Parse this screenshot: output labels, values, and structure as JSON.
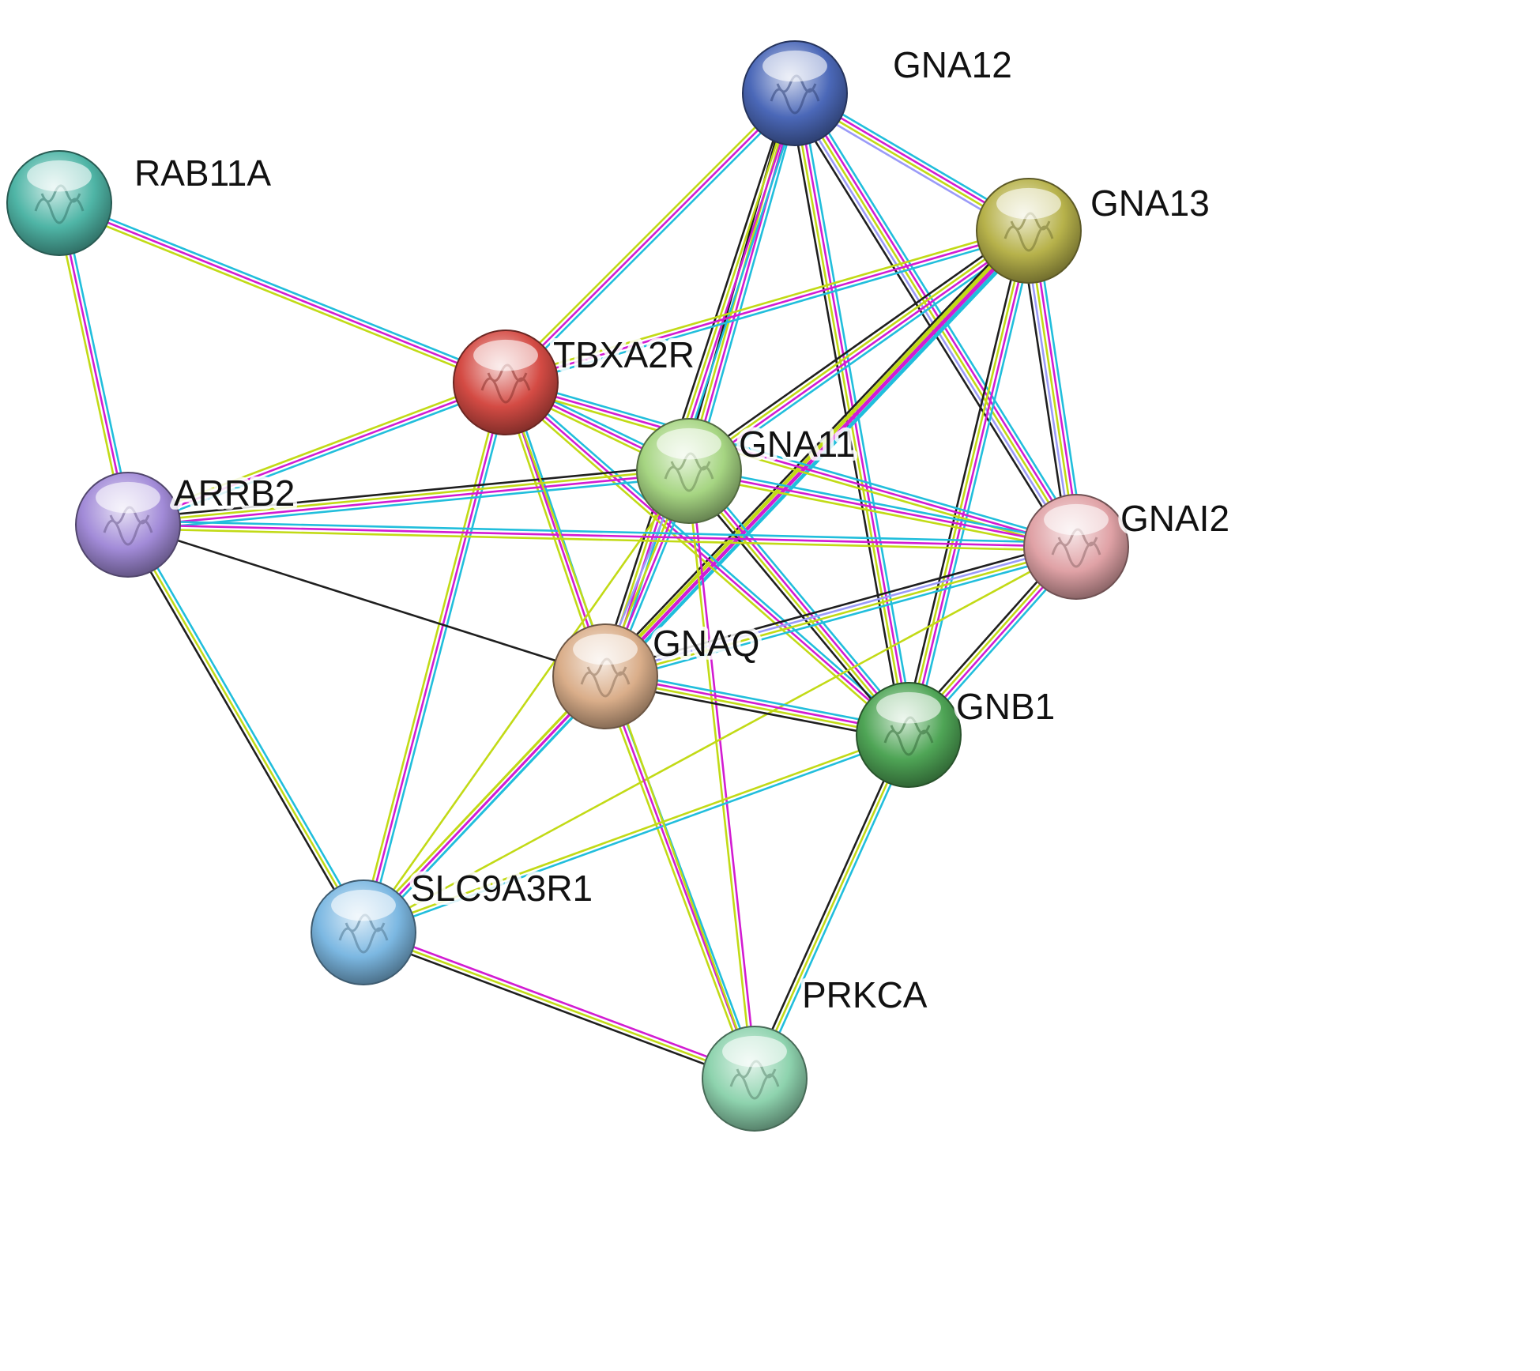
{
  "diagram": {
    "evidence_colors": {
      "database": "#21BEDC",
      "experiment": "#D21CD2",
      "textmining": "#C2DA16",
      "coexpression": "#1F1F1F",
      "homology": "#9A9AF8"
    },
    "nodes": [
      {
        "id": "RAB11A",
        "label": "RAB11A",
        "color": "#4FB5A6"
      },
      {
        "id": "GNA12",
        "label": "GNA12",
        "color": "#4B68B8"
      },
      {
        "id": "GNA13",
        "label": "GNA13",
        "color": "#B7B24B"
      },
      {
        "id": "TBXA2R",
        "label": "TBXA2R",
        "color": "#D44B44"
      },
      {
        "id": "GNA11",
        "label": "GNA11",
        "color": "#A6D582"
      },
      {
        "id": "ARRB2",
        "label": "ARRB2",
        "color": "#A28BD8"
      },
      {
        "id": "GNAI2",
        "label": "GNAI2",
        "color": "#E0A2A6"
      },
      {
        "id": "GNAQ",
        "label": "GNAQ",
        "color": "#DAAE8A"
      },
      {
        "id": "GNB1",
        "label": "GNB1",
        "color": "#4FA556"
      },
      {
        "id": "SLC9A3R1",
        "label": "SLC9A3R1",
        "color": "#7CB8E2"
      },
      {
        "id": "PRKCA",
        "label": "PRKCA",
        "color": "#8ED3AE"
      }
    ],
    "edges": [
      {
        "source": "RAB11A",
        "target": "TBXA2R",
        "evidence": [
          "database",
          "experiment",
          "textmining"
        ]
      },
      {
        "source": "RAB11A",
        "target": "ARRB2",
        "evidence": [
          "database",
          "experiment",
          "textmining"
        ]
      },
      {
        "source": "GNA12",
        "target": "TBXA2R",
        "evidence": [
          "database",
          "experiment",
          "textmining"
        ]
      },
      {
        "source": "GNA12",
        "target": "GNA11",
        "evidence": [
          "database",
          "experiment",
          "textmining",
          "coexpression"
        ]
      },
      {
        "source": "GNA12",
        "target": "GNAQ",
        "evidence": [
          "database",
          "experiment",
          "textmining",
          "coexpression"
        ]
      },
      {
        "source": "GNA12",
        "target": "GNA13",
        "evidence": [
          "database",
          "experiment",
          "textmining",
          "homology"
        ]
      },
      {
        "source": "GNA12",
        "target": "GNAI2",
        "evidence": [
          "database",
          "experiment",
          "textmining",
          "homology",
          "coexpression"
        ]
      },
      {
        "source": "GNA12",
        "target": "GNB1",
        "evidence": [
          "database",
          "experiment",
          "textmining",
          "coexpression"
        ]
      },
      {
        "source": "GNA13",
        "target": "TBXA2R",
        "evidence": [
          "database",
          "experiment",
          "textmining"
        ]
      },
      {
        "source": "GNA13",
        "target": "GNA11",
        "evidence": [
          "database",
          "experiment",
          "textmining",
          "coexpression"
        ]
      },
      {
        "source": "GNA13",
        "target": "GNAQ",
        "evidence": [
          "database",
          "experiment",
          "textmining",
          "coexpression"
        ]
      },
      {
        "source": "GNA13",
        "target": "GNAI2",
        "evidence": [
          "database",
          "experiment",
          "textmining",
          "homology",
          "coexpression"
        ]
      },
      {
        "source": "GNA13",
        "target": "GNB1",
        "evidence": [
          "database",
          "experiment",
          "textmining",
          "coexpression"
        ]
      },
      {
        "source": "GNA13",
        "target": "SLC9A3R1",
        "evidence": [
          "database",
          "experiment",
          "textmining"
        ]
      },
      {
        "source": "TBXA2R",
        "target": "ARRB2",
        "evidence": [
          "database",
          "experiment",
          "textmining"
        ]
      },
      {
        "source": "TBXA2R",
        "target": "GNA11",
        "evidence": [
          "database",
          "experiment",
          "textmining"
        ]
      },
      {
        "source": "TBXA2R",
        "target": "GNAQ",
        "evidence": [
          "database",
          "experiment",
          "textmining"
        ]
      },
      {
        "source": "TBXA2R",
        "target": "GNAI2",
        "evidence": [
          "database",
          "experiment",
          "textmining"
        ]
      },
      {
        "source": "TBXA2R",
        "target": "GNB1",
        "evidence": [
          "database",
          "experiment",
          "textmining"
        ]
      },
      {
        "source": "TBXA2R",
        "target": "SLC9A3R1",
        "evidence": [
          "database",
          "experiment",
          "textmining"
        ]
      },
      {
        "source": "GNA11",
        "target": "ARRB2",
        "evidence": [
          "database",
          "experiment",
          "textmining",
          "coexpression"
        ]
      },
      {
        "source": "GNA11",
        "target": "GNAQ",
        "evidence": [
          "database",
          "experiment",
          "textmining",
          "homology"
        ]
      },
      {
        "source": "GNA11",
        "target": "GNAI2",
        "evidence": [
          "database",
          "experiment",
          "textmining"
        ]
      },
      {
        "source": "GNA11",
        "target": "GNB1",
        "evidence": [
          "database",
          "experiment",
          "textmining",
          "coexpression"
        ]
      },
      {
        "source": "GNA11",
        "target": "PRKCA",
        "evidence": [
          "experiment",
          "textmining"
        ]
      },
      {
        "source": "GNA11",
        "target": "SLC9A3R1",
        "evidence": [
          "textmining"
        ]
      },
      {
        "source": "ARRB2",
        "target": "GNAI2",
        "evidence": [
          "database",
          "experiment",
          "textmining"
        ]
      },
      {
        "source": "ARRB2",
        "target": "GNAQ",
        "evidence": [
          "coexpression"
        ]
      },
      {
        "source": "ARRB2",
        "target": "SLC9A3R1",
        "evidence": [
          "database",
          "textmining",
          "coexpression"
        ]
      },
      {
        "source": "GNAI2",
        "target": "GNAQ",
        "evidence": [
          "database",
          "textmining",
          "homology",
          "coexpression"
        ]
      },
      {
        "source": "GNAI2",
        "target": "GNB1",
        "evidence": [
          "database",
          "experiment",
          "textmining",
          "coexpression"
        ]
      },
      {
        "source": "GNAI2",
        "target": "SLC9A3R1",
        "evidence": [
          "textmining"
        ]
      },
      {
        "source": "GNAQ",
        "target": "GNB1",
        "evidence": [
          "database",
          "experiment",
          "textmining",
          "coexpression"
        ]
      },
      {
        "source": "GNAQ",
        "target": "SLC9A3R1",
        "evidence": [
          "database",
          "experiment",
          "textmining"
        ]
      },
      {
        "source": "GNAQ",
        "target": "PRKCA",
        "evidence": [
          "database",
          "experiment",
          "textmining"
        ]
      },
      {
        "source": "GNB1",
        "target": "PRKCA",
        "evidence": [
          "database",
          "textmining",
          "coexpression"
        ]
      },
      {
        "source": "GNB1",
        "target": "SLC9A3R1",
        "evidence": [
          "database",
          "textmining"
        ]
      },
      {
        "source": "SLC9A3R1",
        "target": "PRKCA",
        "evidence": [
          "experiment",
          "textmining",
          "coexpression"
        ]
      },
      {
        "source": "TBXA2R",
        "target": "PRKCA",
        "evidence": [
          "textmining"
        ]
      }
    ]
  }
}
